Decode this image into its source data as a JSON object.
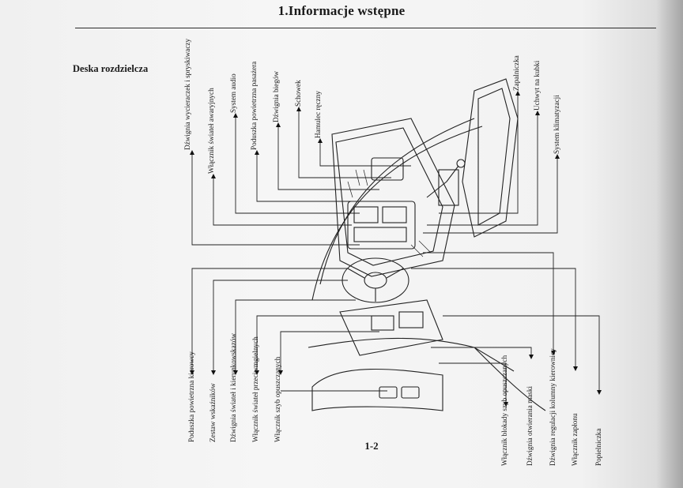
{
  "header": {
    "title": "1.Informacje wstępne"
  },
  "section": {
    "label": "Deska rozdzielcza"
  },
  "footer": {
    "page_number": "1-2"
  },
  "labels": {
    "top_left": [
      "Dźwignia wycieraczek i spryskiwaczy",
      "Włącznik świateł awaryjnych",
      "System audio",
      "Poduszka powietrzna pasażera",
      "Dźwignia biegów",
      "Schowek",
      "Hamulec ręczny"
    ],
    "top_right": [
      "Zapalniczka",
      "Uchwyt na kubki",
      "System klimatyzacji"
    ],
    "bottom_left": [
      "Poduszka powietrzna kierowcy",
      "Zestaw wskaźników",
      "Dźwignia świateł i kierunkowskazów",
      "Włącznik świateł przeciwmgielnych",
      "Włącznik szyb opuszczanych"
    ],
    "bottom_right": [
      "Włącznik blokady szyb opuszczanych",
      "Dźwignia otwierania maski",
      "Dźwignia regulacji kolumny kierownicy",
      "Włącznik zapłonu",
      "Popielniczka"
    ]
  }
}
